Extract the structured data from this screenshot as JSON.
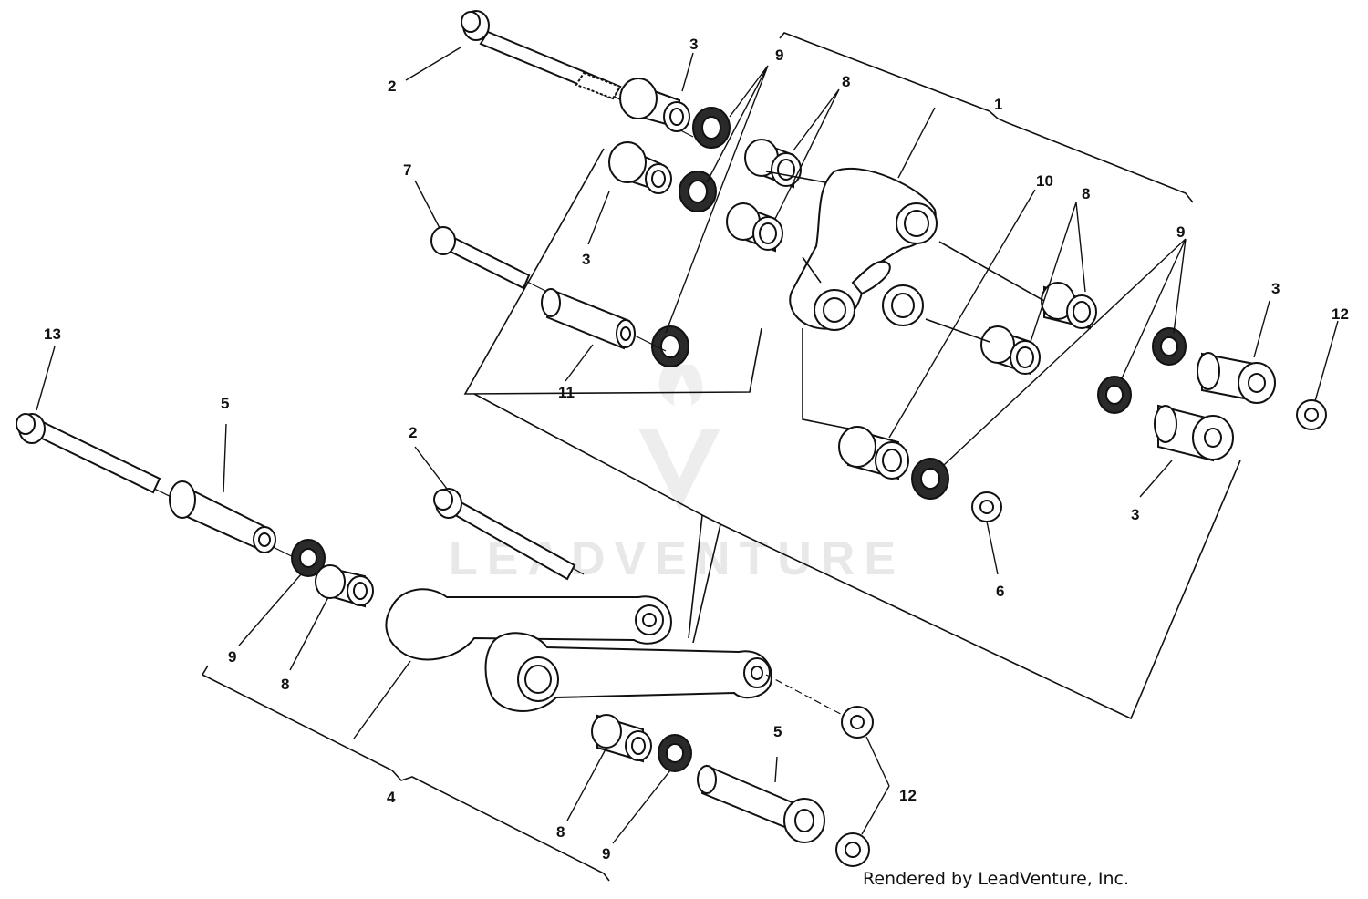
{
  "watermark": {
    "text": "LEADVENTURE"
  },
  "credit": "Rendered by LeadVenture, Inc.",
  "callouts": [
    {
      "id": "c1",
      "text": "1"
    },
    {
      "id": "c2a",
      "text": "2"
    },
    {
      "id": "c2b",
      "text": "2"
    },
    {
      "id": "c3a",
      "text": "3"
    },
    {
      "id": "c3b",
      "text": "3"
    },
    {
      "id": "c3c",
      "text": "3"
    },
    {
      "id": "c3d",
      "text": "3"
    },
    {
      "id": "c4",
      "text": "4"
    },
    {
      "id": "c5a",
      "text": "5"
    },
    {
      "id": "c5b",
      "text": "5"
    },
    {
      "id": "c6",
      "text": "6"
    },
    {
      "id": "c7",
      "text": "7"
    },
    {
      "id": "c8a",
      "text": "8"
    },
    {
      "id": "c8b",
      "text": "8"
    },
    {
      "id": "c8c",
      "text": "8"
    },
    {
      "id": "c8d",
      "text": "8"
    },
    {
      "id": "c9a",
      "text": "9"
    },
    {
      "id": "c9b",
      "text": "9"
    },
    {
      "id": "c9c",
      "text": "9"
    },
    {
      "id": "c9d",
      "text": "9"
    },
    {
      "id": "c10",
      "text": "10"
    },
    {
      "id": "c11",
      "text": "11"
    },
    {
      "id": "c12a",
      "text": "12"
    },
    {
      "id": "c12b",
      "text": "12"
    },
    {
      "id": "c13",
      "text": "13"
    }
  ]
}
